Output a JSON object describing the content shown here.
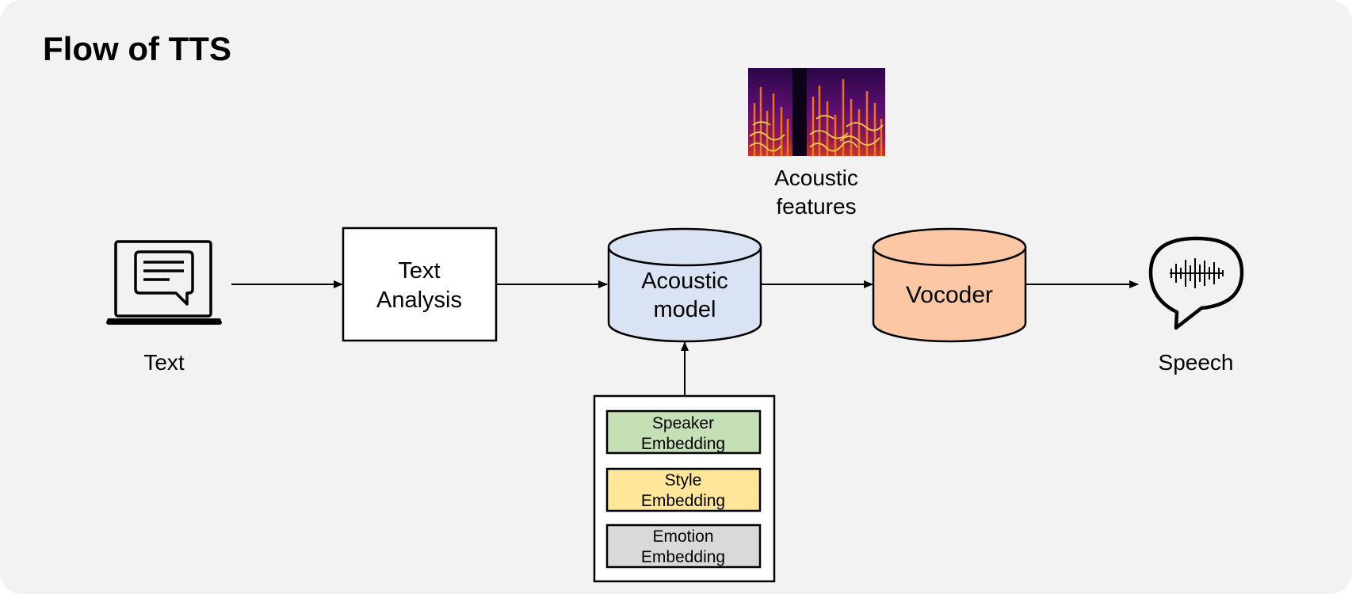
{
  "title": "Flow of TTS",
  "nodes": {
    "text": {
      "label": "Text",
      "icon": "laptop-message-icon"
    },
    "text_analysis": {
      "line1": "Text",
      "line2": "Analysis"
    },
    "acoustic_model": {
      "line1": "Acoustic",
      "line2": "model",
      "fill": "#dae3f3"
    },
    "vocoder": {
      "label": "Vocoder",
      "fill": "#fbc7a5"
    },
    "speech": {
      "label": "Speech",
      "icon": "speech-bubble-waveform-icon"
    },
    "acoustic_features": {
      "line1": "Acoustic",
      "line2": "features",
      "image": "spectrogram"
    }
  },
  "embeddings": [
    {
      "line1": "Speaker",
      "line2": "Embedding",
      "fill": "#c5e0b4"
    },
    {
      "line1": "Style",
      "line2": "Embedding",
      "fill": "#ffe699"
    },
    {
      "line1": "Emotion",
      "line2": "Embedding",
      "fill": "#d9d9d9"
    }
  ],
  "colors": {
    "background": "#f2f2f2",
    "stroke": "#000000"
  }
}
